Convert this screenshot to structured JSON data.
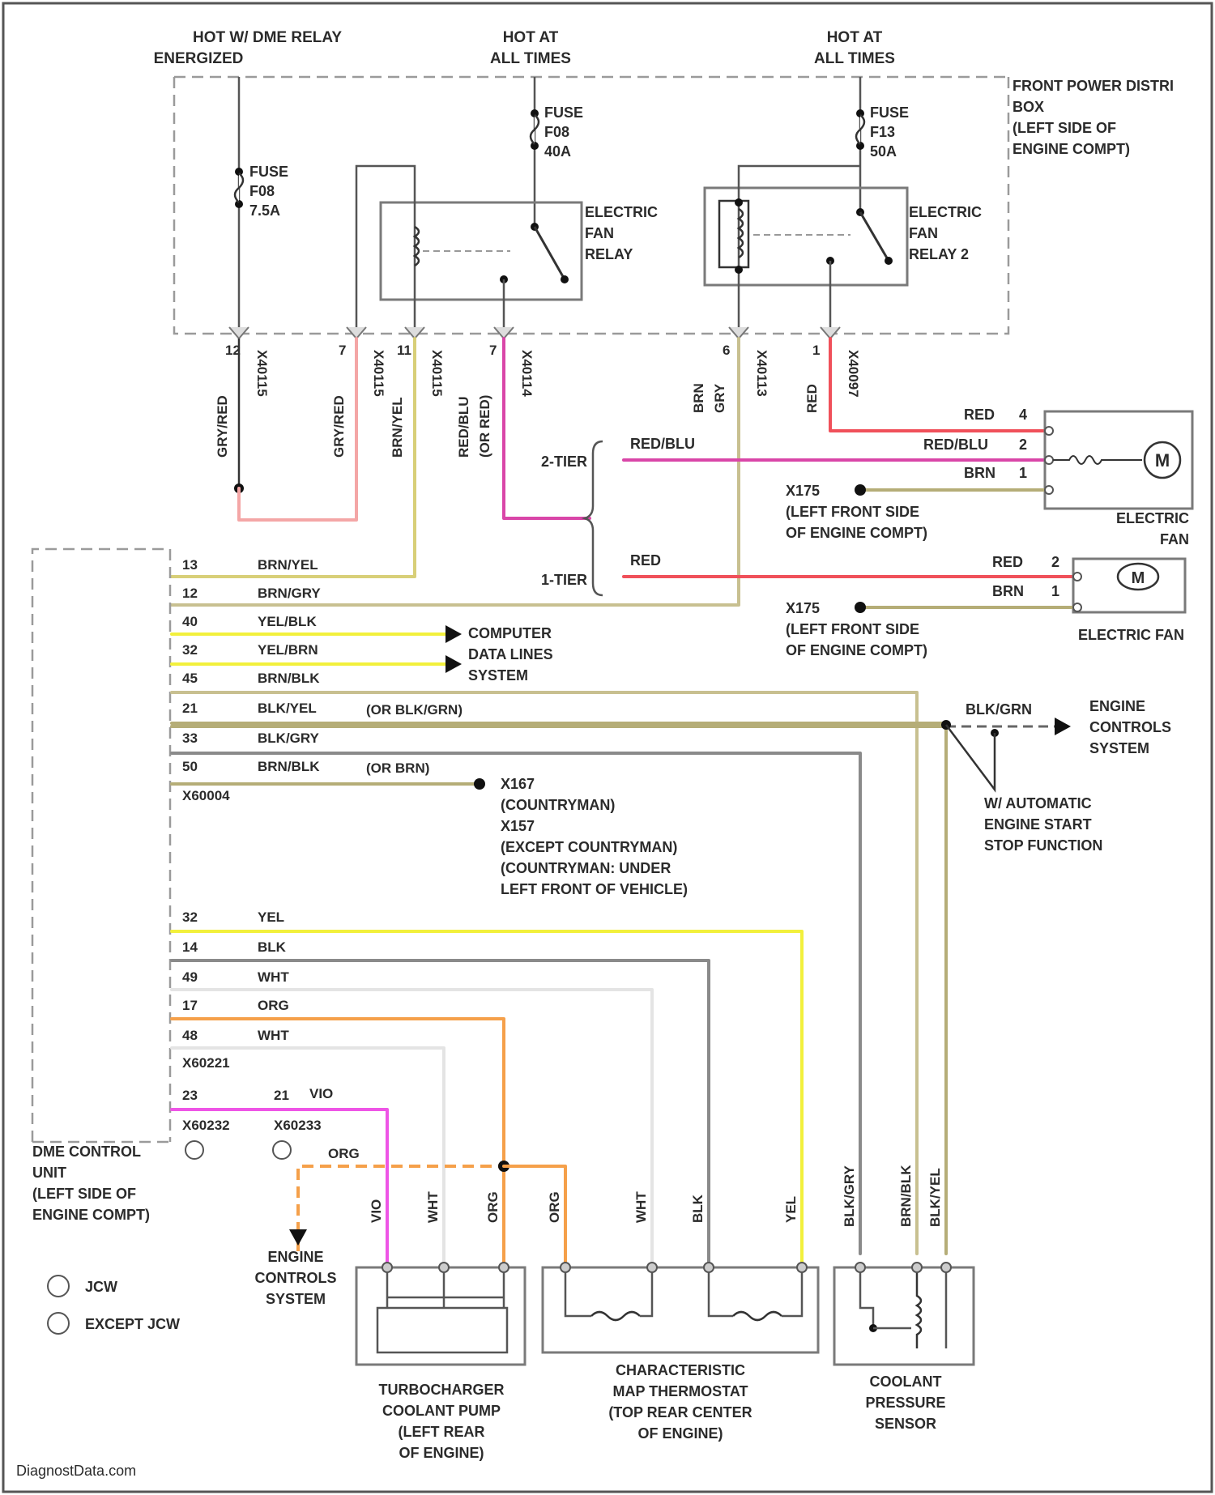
{
  "power_sources": {
    "dme_relay": [
      "HOT W/ DME RELAY",
      "ENERGIZED"
    ],
    "hot1": [
      "HOT AT",
      "ALL TIMES"
    ],
    "hot2": [
      "HOT AT",
      "ALL TIMES"
    ]
  },
  "fuses": {
    "f1": [
      "FUSE",
      "F08",
      "7.5A"
    ],
    "f2": [
      "FUSE",
      "F08",
      "40A"
    ],
    "f3": [
      "FUSE",
      "F13",
      "50A"
    ]
  },
  "front_power_box": [
    "FRONT POWER DISTRI",
    "BOX",
    "(LEFT SIDE OF",
    "ENGINE COMPT)"
  ],
  "relays": {
    "relay1": [
      "ELECTRIC",
      "FAN",
      "RELAY"
    ],
    "relay2": [
      "ELECTRIC",
      "FAN",
      "RELAY 2"
    ]
  },
  "connector_pins": {
    "c1": "12",
    "c2": "7",
    "c3": "11",
    "c4": "7",
    "c5": "6",
    "c6": "1",
    "x1": "X40115",
    "x2": "X40115",
    "x3": "X40115",
    "x4": "X40114",
    "x5": "X40113",
    "x6": "X40097"
  },
  "wire_colors_vertical": {
    "v1": "GRY/RED",
    "v2": "GRY/RED",
    "v3": "BRN/YEL",
    "v4": "RED/BLU",
    "v4b": "(OR RED)",
    "v5": "BRN",
    "v5b": "GRY",
    "v6": "RED"
  },
  "tiers": {
    "two": "2-TIER",
    "one": "1-TIER"
  },
  "fan_wires": {
    "red_blu": "RED/BLU",
    "red": "RED",
    "r4": "RED",
    "r4pin": "4",
    "r2": "RED/BLU",
    "r2pin": "2",
    "r1": "BRN",
    "r1pin": "1",
    "s2": "RED",
    "s2pin": "2",
    "s1": "BRN",
    "s1pin": "1"
  },
  "grounds": {
    "g1": [
      "X175",
      "(LEFT FRONT SIDE",
      "OF ENGINE COMPT)"
    ],
    "g2": [
      "X175",
      "(LEFT FRONT SIDE",
      "OF ENGINE COMPT)"
    ]
  },
  "electric_fans": {
    "fan1": [
      "ELECTRIC",
      "FAN"
    ],
    "fan2": "ELECTRIC FAN"
  },
  "ecu_rows": [
    {
      "pin": "13",
      "color": "BRN/YEL"
    },
    {
      "pin": "12",
      "color": "BRN/GRY"
    },
    {
      "pin": "40",
      "color": "YEL/BLK"
    },
    {
      "pin": "32",
      "color": "YEL/BRN"
    },
    {
      "pin": "45",
      "color": "BRN/BLK"
    },
    {
      "pin": "21",
      "color": "BLK/YEL",
      "alt": "(OR BLK/GRN)"
    },
    {
      "pin": "33",
      "color": "BLK/GRY"
    },
    {
      "pin": "50",
      "color": "BRN/BLK",
      "alt": "(OR BRN)"
    }
  ],
  "ecu_ground_ref": "X60004",
  "data_lines": [
    "COMPUTER",
    "DATA LINES",
    "SYSTEM"
  ],
  "ground_note": [
    "X167",
    "(COUNTRYMAN)",
    "X157",
    "(EXCEPT COUNTRYMAN)",
    "(COUNTRYMAN: UNDER",
    "LEFT FRONT OF VEHICLE)"
  ],
  "engine_ctrl_right": {
    "wire": "BLK/GRN",
    "label": [
      "ENGINE",
      "CONTROLS",
      "SYSTEM"
    ]
  },
  "auto_start": [
    "W/ AUTOMATIC",
    "ENGINE START",
    "STOP FUNCTION"
  ],
  "ecu_rows2": [
    {
      "pin": "32",
      "color": "YEL"
    },
    {
      "pin": "14",
      "color": "BLK"
    },
    {
      "pin": "49",
      "color": "WHT"
    },
    {
      "pin": "17",
      "color": "ORG"
    },
    {
      "pin": "48",
      "color": "WHT"
    }
  ],
  "x60221": "X60221",
  "pin23": "23",
  "pin21": "21",
  "vio": "VIO",
  "x60232": "X60232",
  "x60233": "X60233",
  "org_dash": "ORG",
  "dme_unit": [
    "DME CONTROL",
    "UNIT",
    "(LEFT SIDE OF",
    "ENGINE COMPT)"
  ],
  "engine_ctrl_left": [
    "ENGINE",
    "CONTROLS",
    "SYSTEM"
  ],
  "legend": {
    "a": "JCW",
    "b": "EXCEPT JCW"
  },
  "bottom_wires": {
    "p1": "VIO",
    "p2": "WHT",
    "p3": "ORG",
    "p4": "ORG",
    "p5": "WHT",
    "p6": "BLK",
    "p7": "YEL",
    "p8": "BLK/GRY",
    "p9": "BRN/BLK",
    "p10": "BLK/YEL"
  },
  "components": {
    "pump": [
      "TURBOCHARGER",
      "COOLANT PUMP",
      "(LEFT REAR",
      "OF ENGINE)"
    ],
    "thermostat": [
      "CHARACTERISTIC",
      "MAP THERMOSTAT",
      "(TOP REAR CENTER",
      "OF ENGINE)"
    ],
    "sensor": [
      "COOLANT",
      "PRESSURE",
      "SENSOR"
    ]
  },
  "watermark": "DiagnostData.com",
  "colors": {
    "pink_light": "#f4a6a6",
    "yellow_brn": "#d8cf78",
    "magenta": "#d946a8",
    "red": "#f0505a",
    "olive": "#b5ad77",
    "yellow": "#f2f03c",
    "orange": "#f5a04a",
    "violet": "#ee55e6",
    "gray": "#8a8a8a"
  }
}
